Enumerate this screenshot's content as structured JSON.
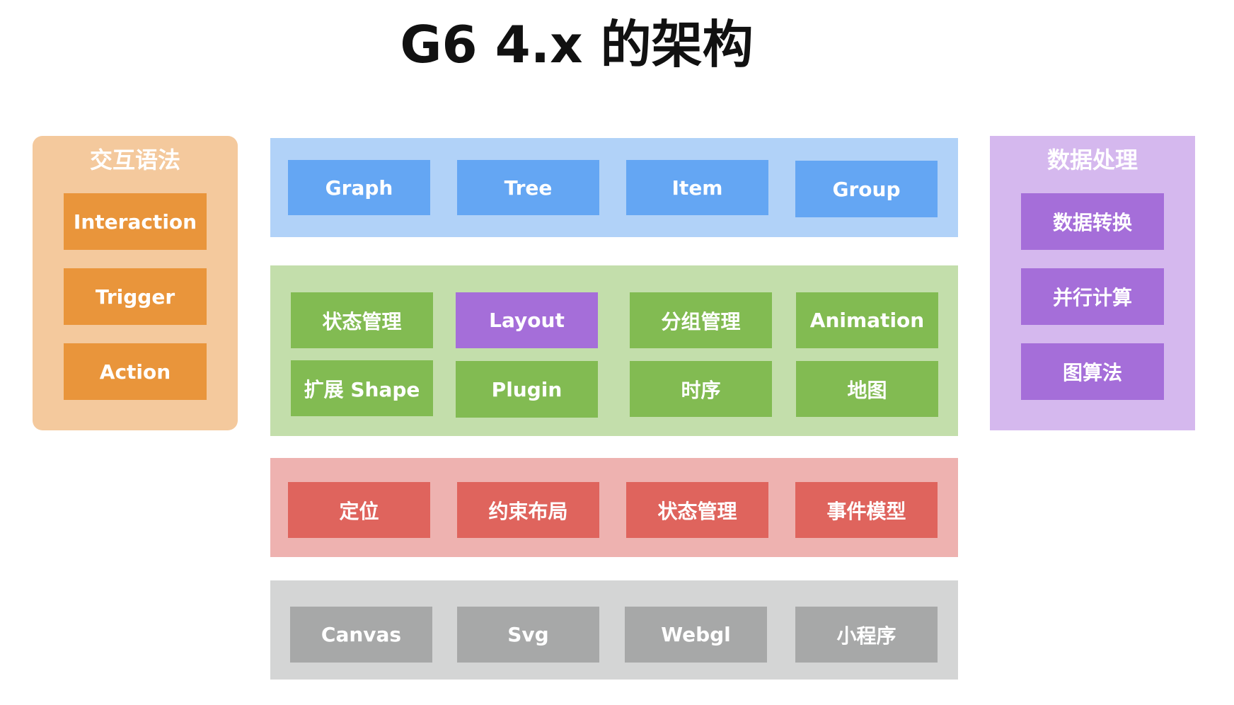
{
  "title": "G6 4.x 的架构",
  "colors": {
    "orange_panel": "#F4C99D",
    "orange_box": "#E9953B",
    "blue_panel": "#B1D2F8",
    "blue_box": "#64A6F3",
    "green_panel": "#C3DEAB",
    "green_box": "#82BB52",
    "purple_panel": "#D5B8EE",
    "purple_box": "#A56ED9",
    "red_panel": "#EEB2B0",
    "red_box": "#DF645D",
    "gray_panel": "#D4D5D5",
    "gray_box": "#A7A8A8"
  },
  "interaction_panel": {
    "title": "交互语法",
    "items": [
      "Interaction",
      "Trigger",
      "Action"
    ]
  },
  "data_panel": {
    "title": "数据处理",
    "items": [
      "数据转换",
      "并行计算",
      "图算法"
    ]
  },
  "core_layer": {
    "items": [
      "Graph",
      "Tree",
      "Item",
      "Group"
    ]
  },
  "feature_layer": {
    "row1": [
      "状态管理",
      "Layout",
      "分组管理",
      "Animation"
    ],
    "row2": [
      "扩展 Shape",
      "Plugin",
      "时序",
      "地图"
    ]
  },
  "base_layer": {
    "items": [
      "定位",
      "约束布局",
      "状态管理",
      "事件模型"
    ]
  },
  "render_layer": {
    "items": [
      "Canvas",
      "Svg",
      "Webgl",
      "小程序"
    ]
  }
}
